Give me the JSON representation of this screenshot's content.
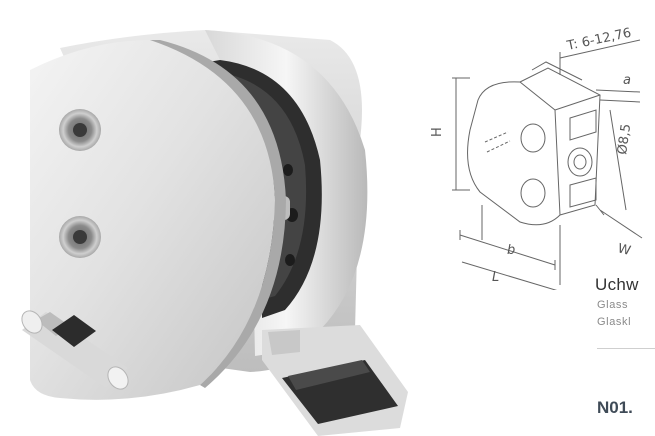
{
  "dimensions": {
    "thickness": "T: 6-12,76",
    "a": "a",
    "hole": "Ø8,5",
    "height": "H",
    "width": "W",
    "b": "b",
    "length": "L"
  },
  "product": {
    "title": "Uchw",
    "line1": "Glass",
    "line2": "Glaskl",
    "code": "N01."
  },
  "colors": {
    "steel_light": "#ededed",
    "steel_mid": "#c9c9c9",
    "rubber": "#2e2e2e",
    "code_text": "#3f4b57"
  }
}
